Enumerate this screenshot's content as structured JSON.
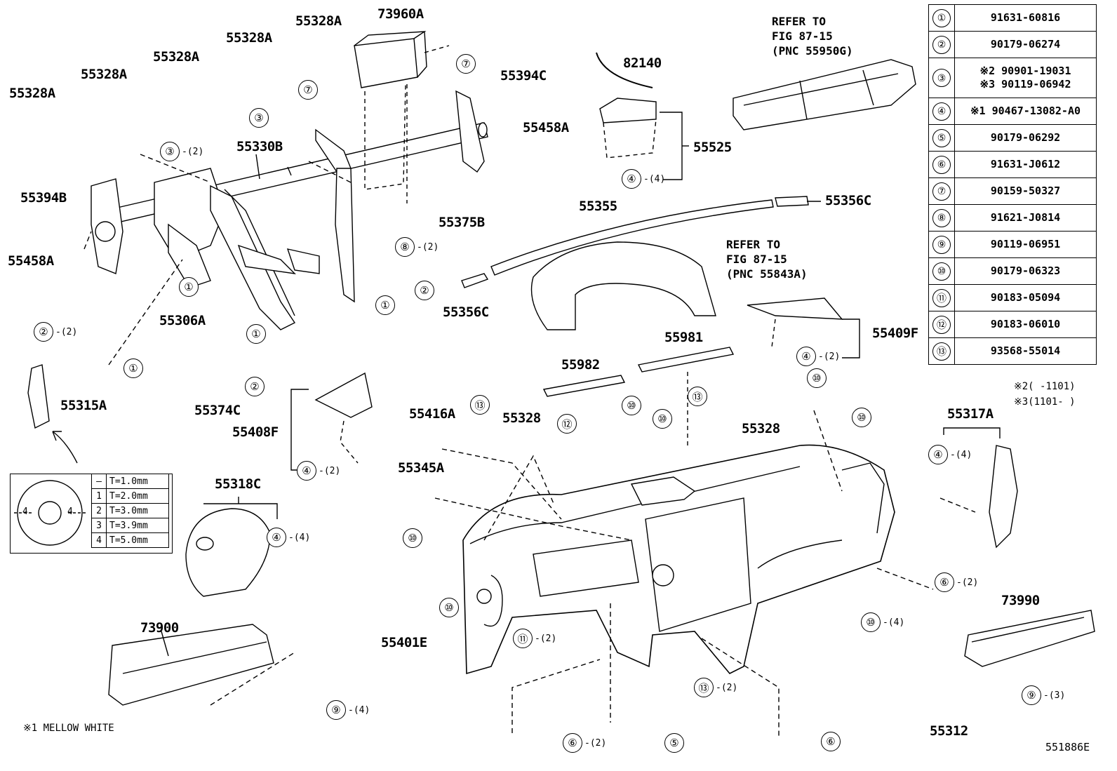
{
  "labels": {
    "l_55328A_1": "55328A",
    "l_55328A_2": "55328A",
    "l_55328A_3": "55328A",
    "l_55328A_4": "55328A",
    "l_55328A_5": "55328A",
    "l_73960A": "73960A",
    "l_82140": "82140",
    "l_55394C": "55394C",
    "l_55458A_top": "55458A",
    "l_55525": "55525",
    "l_55330B": "55330B",
    "l_55394B": "55394B",
    "l_55458A_left": "55458A",
    "l_55355": "55355",
    "l_55356C_top": "55356C",
    "l_55375B": "55375B",
    "l_55356C_mid": "55356C",
    "l_55306A": "55306A",
    "l_55409F": "55409F",
    "l_55981": "55981",
    "l_55982": "55982",
    "l_55315A": "55315A",
    "l_55374C": "55374C",
    "l_55408F": "55408F",
    "l_55416A": "55416A",
    "l_55328": "55328",
    "l_55328_b": "55328",
    "l_55345A": "55345A",
    "l_55317A": "55317A",
    "l_55318C": "55318C",
    "l_73900": "73900",
    "l_55401E": "55401E",
    "l_73990": "73990",
    "l_55312": "55312",
    "refer1": "REFER TO\nFIG 87-15\n(PNC 55950G)",
    "refer2": "REFER TO\nFIG 87-15\n(PNC 55843A)",
    "note_mellow": "※1 MELLOW WHITE",
    "fig_id": "551886E",
    "note_2": "※2(   -1101)",
    "note_3": "※3(1101-   )"
  },
  "callouts": {
    "c1": {
      "num": "⑦",
      "qty": ""
    },
    "c2": {
      "num": "⑦",
      "qty": ""
    },
    "c3": {
      "num": "③",
      "qty": ""
    },
    "c4": {
      "num": "③",
      "qty": "-(2)"
    },
    "c5": {
      "num": "④",
      "qty": "-(4)"
    },
    "c6": {
      "num": "①",
      "qty": ""
    },
    "c7": {
      "num": "⑧",
      "qty": "-(2)"
    },
    "c8": {
      "num": "②",
      "qty": ""
    },
    "c9": {
      "num": "①",
      "qty": ""
    },
    "c10": {
      "num": "①",
      "qty": ""
    },
    "c11": {
      "num": "②",
      "qty": "-(2)"
    },
    "c12": {
      "num": "①",
      "qty": ""
    },
    "c13": {
      "num": "②",
      "qty": ""
    },
    "c14": {
      "num": "④",
      "qty": "-(2)"
    },
    "c15": {
      "num": "④",
      "qty": "-(2)"
    },
    "c16": {
      "num": "⑬",
      "qty": ""
    },
    "c17": {
      "num": "⑫",
      "qty": ""
    },
    "c18": {
      "num": "⑩",
      "qty": ""
    },
    "c19": {
      "num": "⑩",
      "qty": ""
    },
    "c20": {
      "num": "⑬",
      "qty": ""
    },
    "c21": {
      "num": "⑩",
      "qty": ""
    },
    "c22": {
      "num": "⑩",
      "qty": ""
    },
    "c23": {
      "num": "④",
      "qty": "-(4)"
    },
    "c24": {
      "num": "⑩",
      "qty": ""
    },
    "c25": {
      "num": "④",
      "qty": "-(4)"
    },
    "c26": {
      "num": "⑩",
      "qty": ""
    },
    "c27": {
      "num": "⑥",
      "qty": "-(2)"
    },
    "c28": {
      "num": "⑩",
      "qty": "-(4)"
    },
    "c29": {
      "num": "⑪",
      "qty": "-(2)"
    },
    "c30": {
      "num": "⑬",
      "qty": "-(2)"
    },
    "c31": {
      "num": "⑨",
      "qty": "-(4)"
    },
    "c32": {
      "num": "⑨",
      "qty": "-(3)"
    },
    "c33": {
      "num": "⑥",
      "qty": "-(2)"
    },
    "c34": {
      "num": "⑤",
      "qty": ""
    },
    "c35": {
      "num": "⑥",
      "qty": ""
    }
  },
  "parts_table": [
    {
      "num": "①",
      "pn": [
        "91631-60816"
      ]
    },
    {
      "num": "②",
      "pn": [
        "90179-06274"
      ]
    },
    {
      "num": "③",
      "pn": [
        "※2 90901-19031",
        "※3 90119-06942"
      ]
    },
    {
      "num": "④",
      "pn": [
        "※1 90467-13082-A0"
      ]
    },
    {
      "num": "⑤",
      "pn": [
        "90179-06292"
      ]
    },
    {
      "num": "⑥",
      "pn": [
        "91631-J0612"
      ]
    },
    {
      "num": "⑦",
      "pn": [
        "90159-50327"
      ]
    },
    {
      "num": "⑧",
      "pn": [
        "91621-J0814"
      ]
    },
    {
      "num": "⑨",
      "pn": [
        "90119-06951"
      ]
    },
    {
      "num": "⑩",
      "pn": [
        "90179-06323"
      ]
    },
    {
      "num": "⑪",
      "pn": [
        "90183-05094"
      ]
    },
    {
      "num": "⑫",
      "pn": [
        "90183-06010"
      ]
    },
    {
      "num": "⑬",
      "pn": [
        "93568-55014"
      ]
    }
  ],
  "thickness_legend": {
    "rows": [
      {
        "key": "—",
        "value": "T=1.0mm"
      },
      {
        "key": "1",
        "value": "T=2.0mm"
      },
      {
        "key": "2",
        "value": "T=3.0mm"
      },
      {
        "key": "3",
        "value": "T=3.9mm"
      },
      {
        "key": "4",
        "value": "T=5.0mm"
      }
    ],
    "washer_mark_left": "4",
    "washer_mark_right": "4"
  }
}
